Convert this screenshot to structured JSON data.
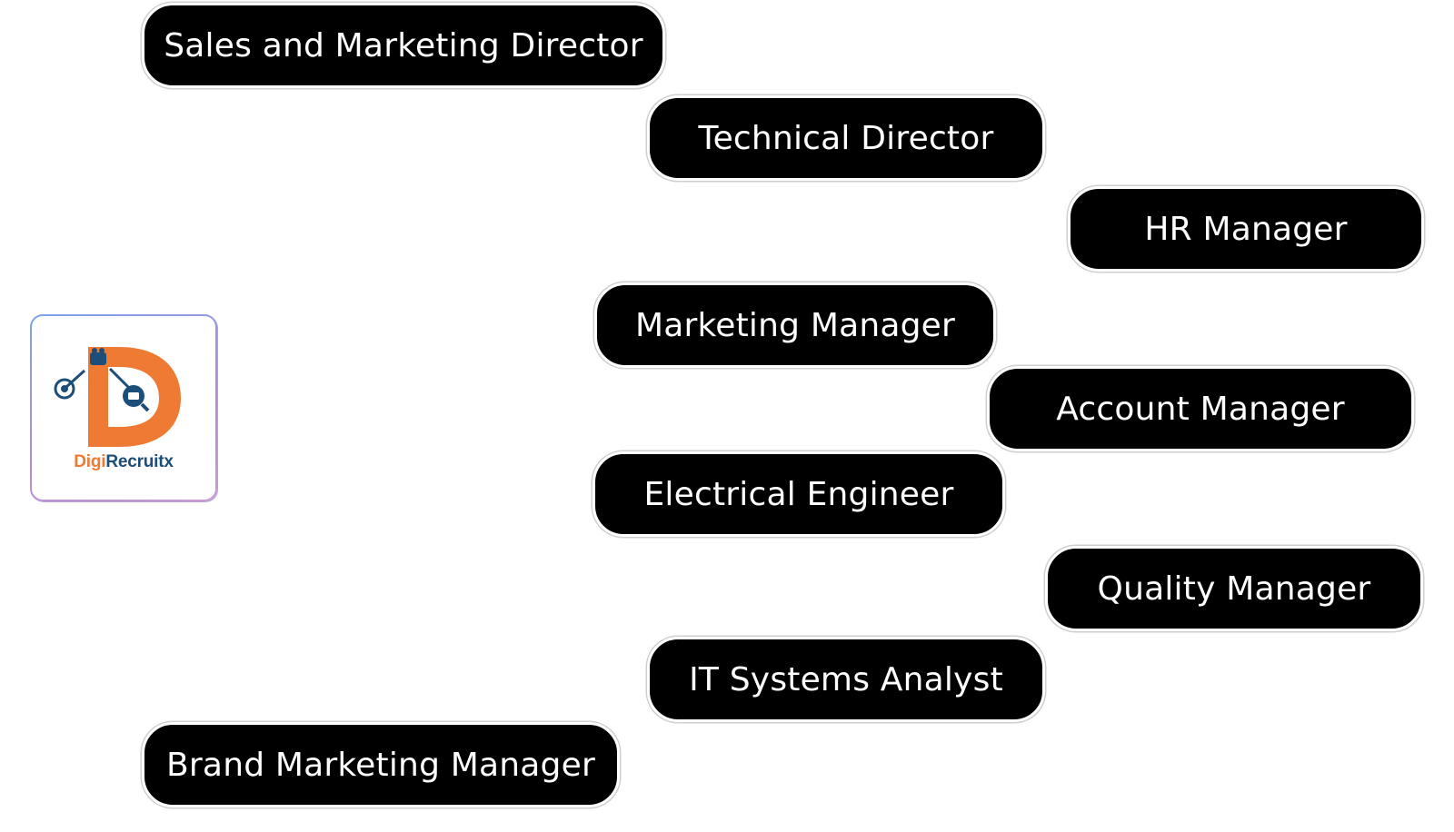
{
  "logo": {
    "brand_part1": "Digi",
    "brand_part2": "Recruitx",
    "icon": "digirecruitx-logo-icon",
    "colors": {
      "orange": "#ef7a33",
      "navy": "#1c4e7a"
    }
  },
  "roles": [
    "Sales and Marketing Director",
    "Technical Director",
    "HR Manager",
    "Marketing Manager",
    "Account Manager",
    "Electrical Engineer",
    "Quality Manager",
    "IT Systems Analyst",
    "Brand Marketing Manager"
  ],
  "colors": {
    "pill_background": "#000000",
    "pill_text": "#ffffff"
  }
}
